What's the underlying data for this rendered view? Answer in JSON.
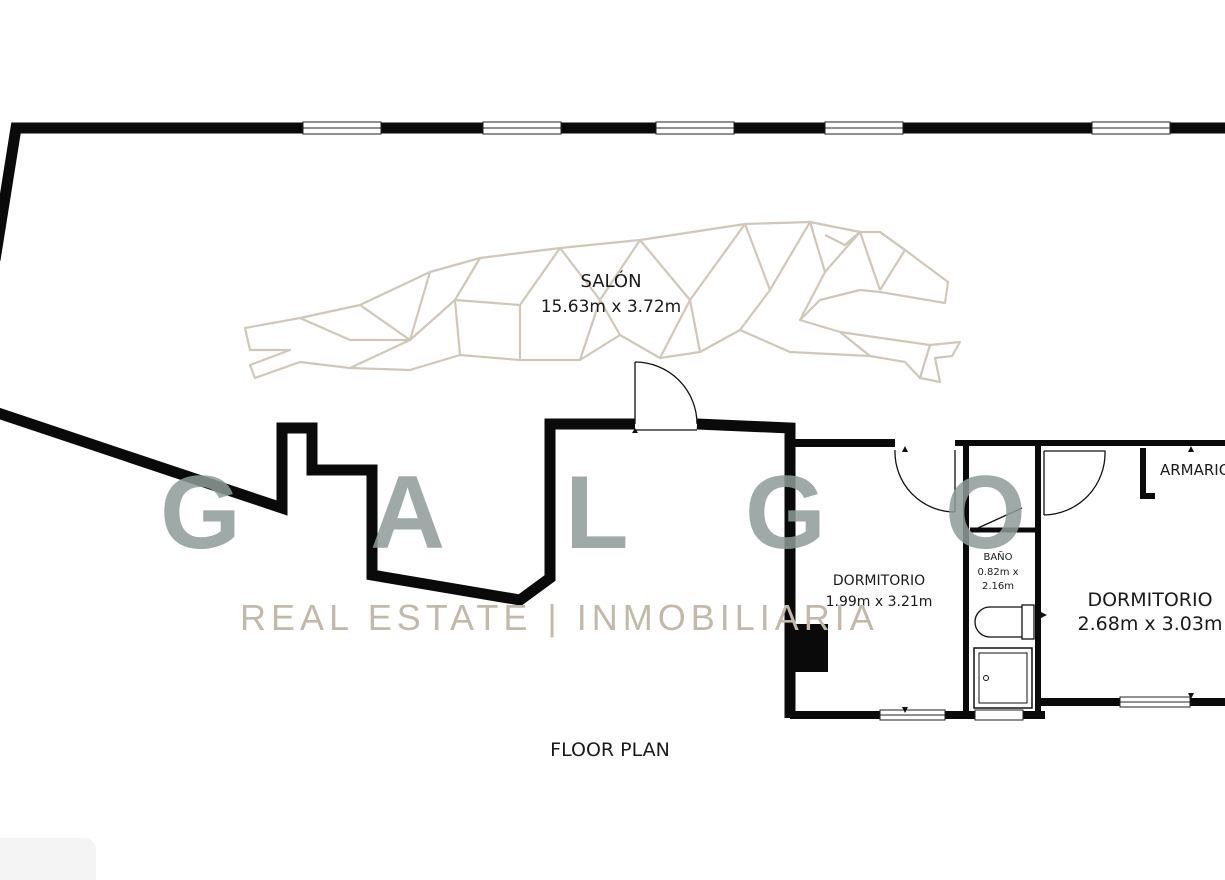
{
  "colors": {
    "wall": "#0a0a0a",
    "watermark_logo": "#8f9b98",
    "watermark_sub": "#c3b9aa",
    "greyhound_lines": "#cfc7b9"
  },
  "rooms": {
    "salon": {
      "name": "SALÓN",
      "dims": "15.63m x 3.72m"
    },
    "dormitorio_1": {
      "name": "DORMITORIO",
      "dims": "1.99m x 3.21m"
    },
    "bano": {
      "name": "BAÑO",
      "dims_line1": "0.82m x",
      "dims_line2": "2.16m"
    },
    "dormitorio_2": {
      "name": "DORMITORIO",
      "dims": "2.68m x 3.03m"
    },
    "armario": {
      "name": "ARMARIO"
    }
  },
  "caption": "FLOOR PLAN",
  "watermark": {
    "letters": [
      "G",
      "A",
      "L",
      "G",
      "O"
    ],
    "subtitle": "REAL ESTATE | INMOBILIARIA",
    "icon": "greyhound-icon"
  }
}
